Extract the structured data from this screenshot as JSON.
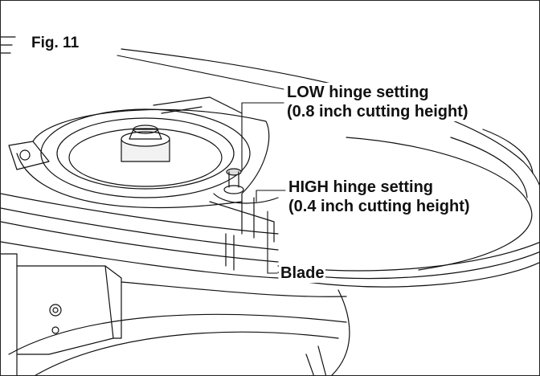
{
  "figure": {
    "label": "Fig. 11"
  },
  "callouts": {
    "low": {
      "line1": "LOW hinge setting",
      "line2": "(0.8 inch cutting height)"
    },
    "high": {
      "line1": "HIGH hinge setting",
      "line2": "(0.4 inch cutting height)"
    },
    "blade": {
      "text": "Blade"
    }
  },
  "colors": {
    "ink": "#111111",
    "background": "#ffffff"
  }
}
